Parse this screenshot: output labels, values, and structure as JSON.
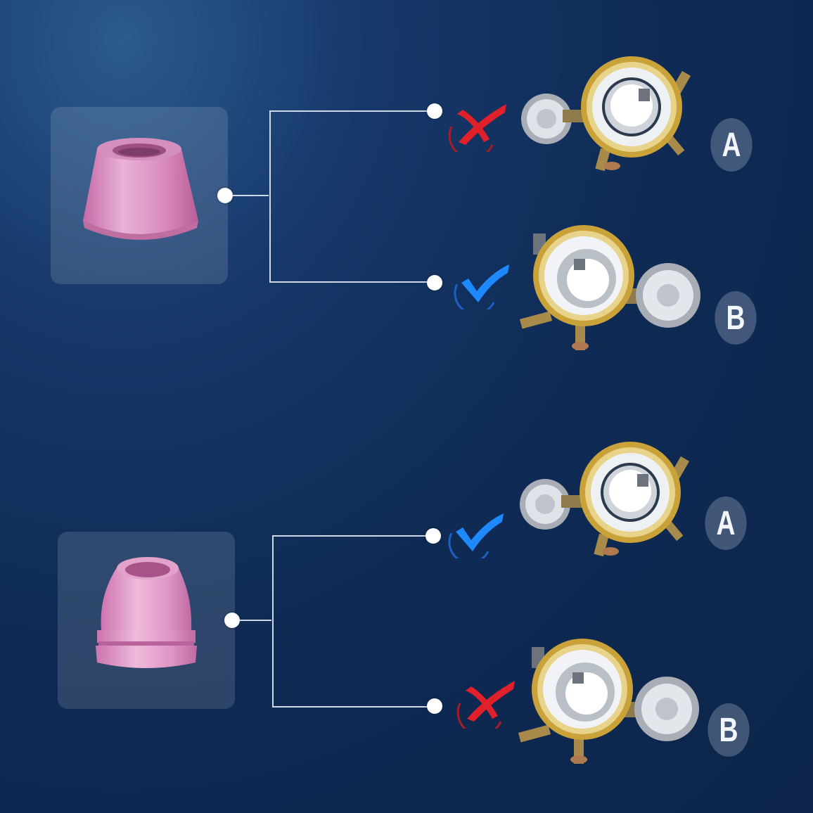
{
  "groups": [
    {
      "nozzle": "tapered-shield-cup",
      "options": [
        {
          "label": "A",
          "status": "incompatible"
        },
        {
          "label": "B",
          "status": "compatible"
        }
      ]
    },
    {
      "nozzle": "grooved-shield-cup",
      "options": [
        {
          "label": "A",
          "status": "compatible"
        },
        {
          "label": "B",
          "status": "incompatible"
        }
      ]
    }
  ],
  "colors": {
    "cross": "#e0202a",
    "check": "#1e88ff",
    "ceramic": "#e9a7cf",
    "brass": "#c9a23a",
    "steel": "#d9dde3"
  }
}
